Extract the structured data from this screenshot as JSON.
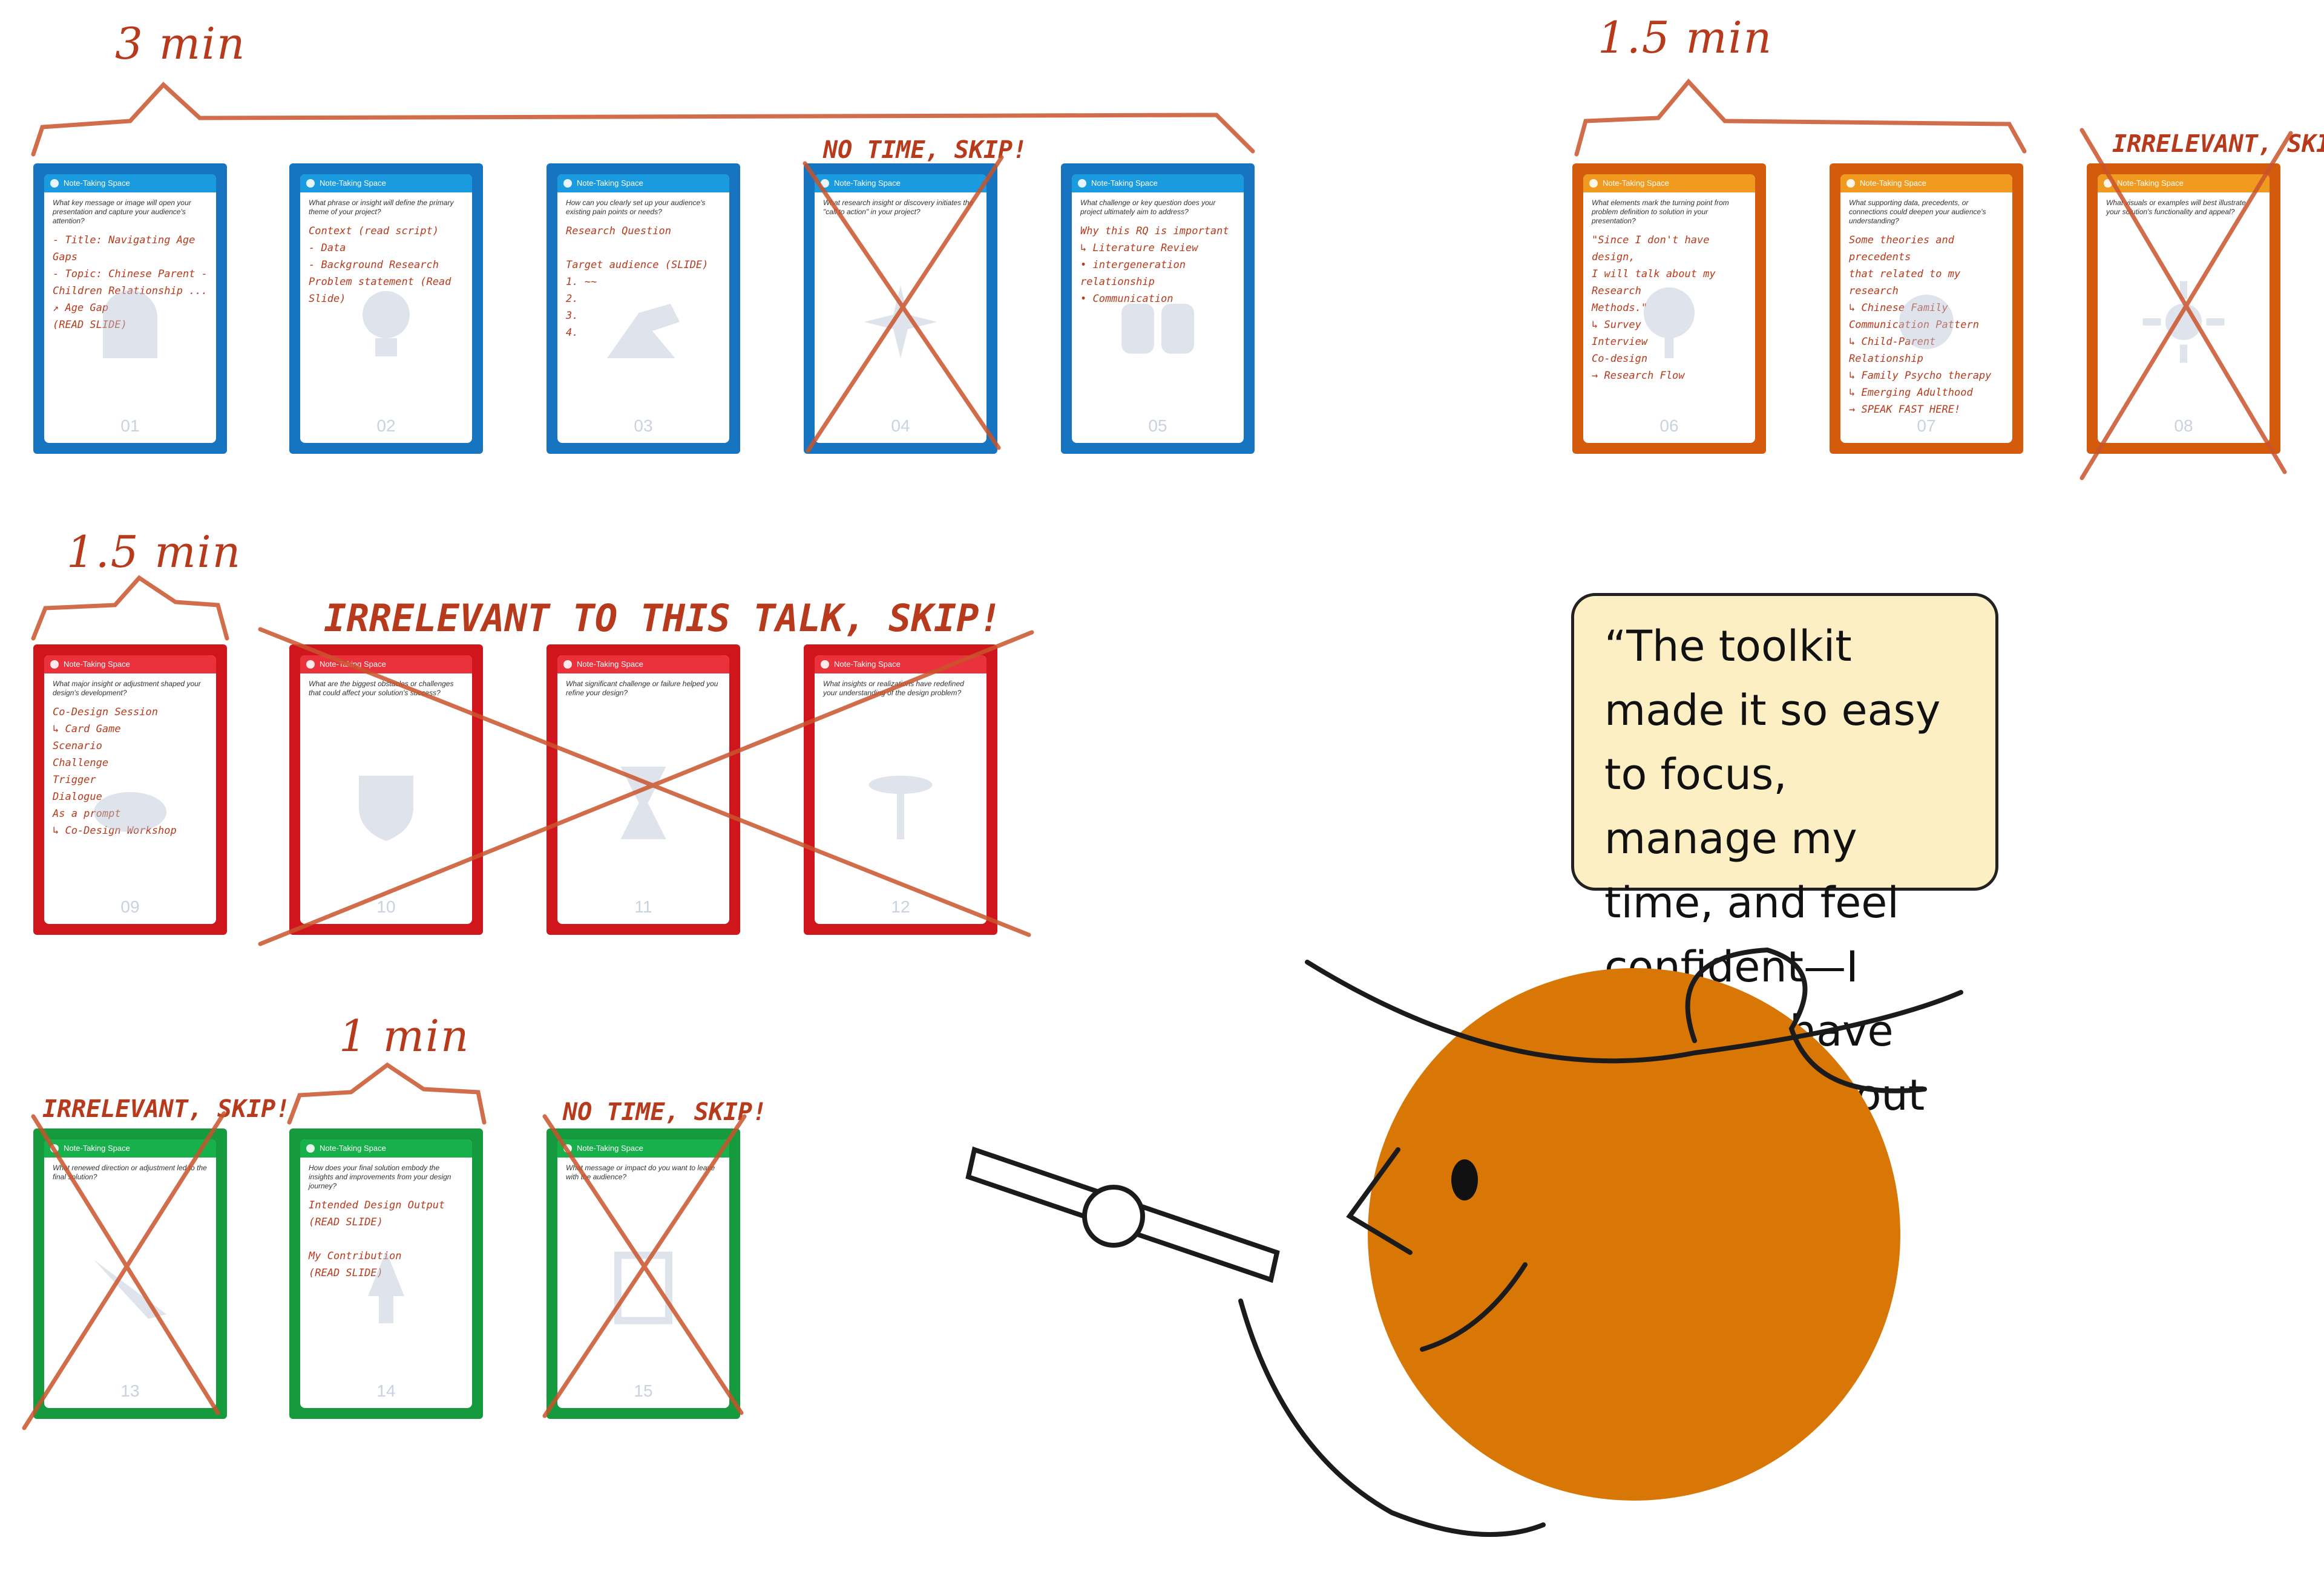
{
  "labels": {
    "time_group1": "3 min",
    "time_group2": "1.5 min",
    "time_group3": "1.5 min",
    "time_group4": "1 min",
    "skip_04": "NO TIME, SKIP!",
    "skip_08": "IRRELEVANT, SKIP!",
    "skip_row2": "IRRELEVANT TO THIS TALK, SKIP!",
    "skip_13": "IRRELEVANT, SKIP!",
    "skip_15": "NO TIME, SKIP!"
  },
  "card_header": "Note-Taking Space",
  "cards": [
    {
      "num": "01",
      "q": "What key message or image will open your presentation and capture your audience's attention?",
      "notes": "- Title: Navigating Age Gaps\n- Topic: Chinese Parent -\n  Children Relationship ...\n       ↗ Age Gap\n          (READ SLIDE)"
    },
    {
      "num": "02",
      "q": "What phrase or insight will define the primary theme of your project?",
      "notes": "Context (read script)\n  - Data\n  - Background Research\nProblem statement (Read Slide)"
    },
    {
      "num": "03",
      "q": "How can you clearly set up your audience's existing pain points or needs?",
      "notes": "Research Question\n\nTarget audience (SLIDE)\n 1. ~~\n 2.\n 3.\n 4."
    },
    {
      "num": "04",
      "q": "What research insight or discovery initiates the \"call to action\" in your project?",
      "notes": ""
    },
    {
      "num": "05",
      "q": "What challenge or key question does your project ultimately aim to address?",
      "notes": "Why this RQ is important\n ↳ Literature Review\n   • intergeneration relationship\n   • Communication"
    },
    {
      "num": "06",
      "q": "What elements mark the turning point from problem definition to solution in your presentation?",
      "notes": "\"Since I don't have design,\nI will talk about my Research\nMethods.\"\n  ↳ Survey\n     Interview\n     Co-design\n  → Research Flow"
    },
    {
      "num": "07",
      "q": "What supporting data, precedents, or connections could deepen your audience's understanding?",
      "notes": "Some theories and precedents\nthat related to my research\n ↳ Chinese Family\n   Communication Pattern\n ↳ Child-Parent Relationship\n ↳ Family Psycho therapy\n ↳ Emerging Adulthood\n→ SPEAK FAST HERE!"
    },
    {
      "num": "08",
      "q": "What visuals or examples will best illustrate your solution's functionality and appeal?",
      "notes": ""
    },
    {
      "num": "09",
      "q": "What major insight or adjustment shaped your design's development?",
      "notes": "Co-Design Session\n ↳ Card Game\n      Scenario\n      Challenge\n      Trigger\n      Dialogue\nAs a prompt\n ↳ Co-Design Workshop"
    },
    {
      "num": "10",
      "q": "What are the biggest obstacles or challenges that could affect your solution's success?",
      "notes": ""
    },
    {
      "num": "11",
      "q": "What significant challenge or failure helped you refine your design?",
      "notes": ""
    },
    {
      "num": "12",
      "q": "What insights or realizations have redefined your understanding of the design problem?",
      "notes": ""
    },
    {
      "num": "13",
      "q": "What renewed direction or adjustment led to the final solution?",
      "notes": ""
    },
    {
      "num": "14",
      "q": "How does your final solution embody the insights and improvements from your design journey?",
      "notes": "Intended Design Output\n(READ SLIDE)\n\nMy Contribution\n(READ SLIDE)"
    },
    {
      "num": "15",
      "q": "What message or impact do you want to leave with the audience?",
      "notes": ""
    }
  ],
  "quote": "“The toolkit made it so easy to focus, manage my time, and feel confident—I couldn’t have done it without it!”",
  "colors": {
    "blue": "#1774c1",
    "orange": "#d45a0c",
    "red": "#d1151d",
    "green": "#159a3e",
    "ink": "#b83a1c",
    "avatar": "#d97706",
    "quote_bg": "#fcefc4"
  }
}
